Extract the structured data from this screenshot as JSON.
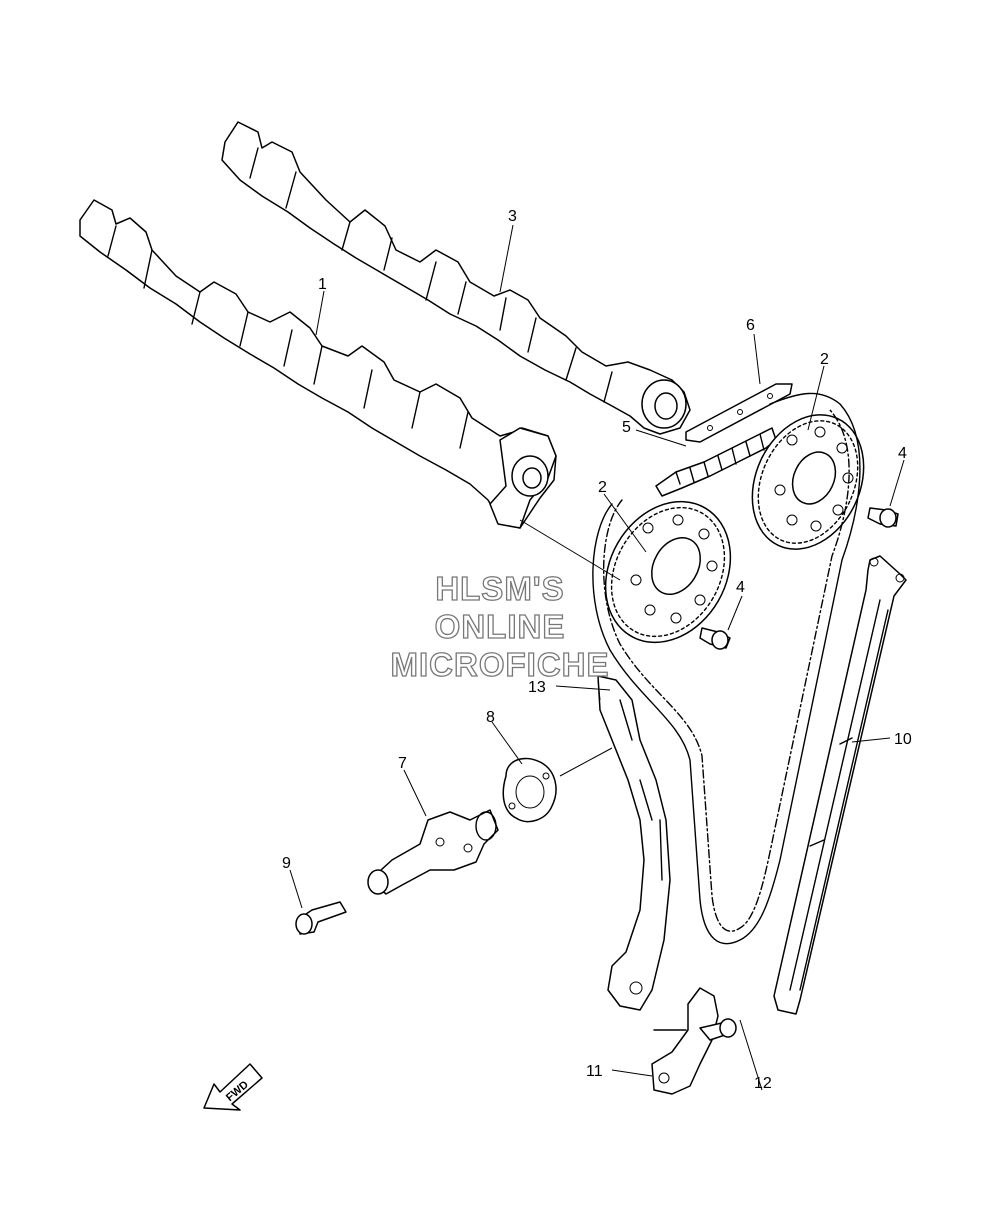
{
  "watermark": {
    "line1": "HLSM'S",
    "line2": "ONLINE",
    "line3": "MICROFICHE"
  },
  "fwd_label": "FWD",
  "callouts": {
    "c1": "1",
    "c2a": "2",
    "c2b": "2",
    "c3": "3",
    "c4a": "4",
    "c4b": "4",
    "c5": "5",
    "c6": "6",
    "c7": "7",
    "c8": "8",
    "c9": "9",
    "c10": "10",
    "c11": "11",
    "c12": "12",
    "c13": "13"
  }
}
